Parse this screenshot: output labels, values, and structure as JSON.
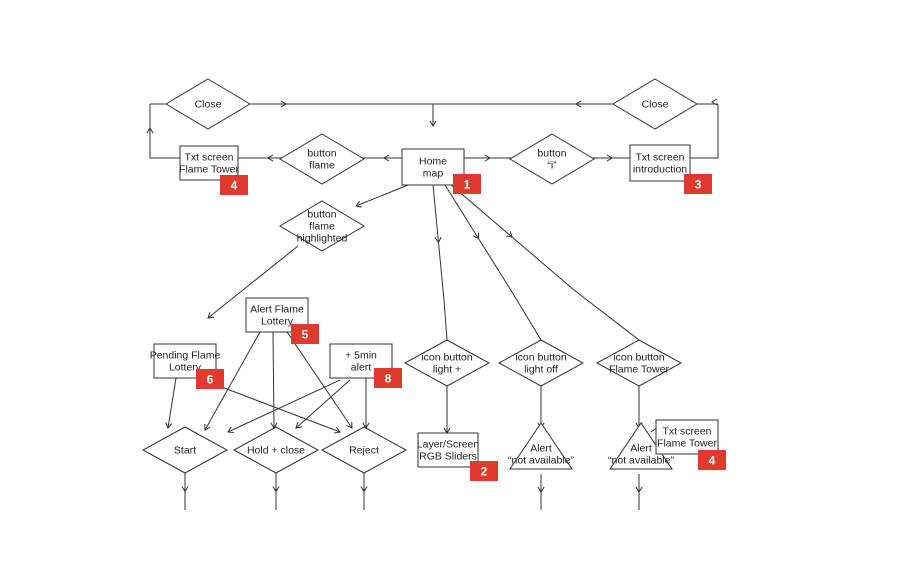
{
  "nodes": {
    "close_left": [
      "Close"
    ],
    "close_right": [
      "Close"
    ],
    "home": [
      "Home",
      "map"
    ],
    "txt_flame_tower_top": [
      "Txt screen",
      "Flame Tower"
    ],
    "button_flame": [
      "button",
      "flame"
    ],
    "button_i": [
      "button",
      "“i”"
    ],
    "txt_intro": [
      "Txt screen",
      "introduction"
    ],
    "button_flame_highlighted": [
      "button",
      "flame",
      "highlighted"
    ],
    "alert_flame_lottery": [
      "Alert Flame",
      "Lottery"
    ],
    "pending_flame_lottery": [
      "Pending Flame",
      "Lottery"
    ],
    "five_min_alert": [
      "+ 5min",
      "alert"
    ],
    "icon_light_plus": [
      "icon button",
      "light +"
    ],
    "icon_light_off": [
      "icon button",
      "light off"
    ],
    "icon_flame_tower": [
      "icon button",
      "Flame Tower"
    ],
    "start": [
      "Start"
    ],
    "hold_close": [
      "Hold + close"
    ],
    "reject": [
      "Reject"
    ],
    "layer_screen": [
      "Layer/Screen",
      "RGB Sliders"
    ],
    "alert_na_1": [
      "Alert",
      "“not available”"
    ],
    "alert_na_2": [
      "Alert",
      "“not available”"
    ],
    "txt_flame_tower_bottom": [
      "Txt screen",
      "Flame Tower"
    ]
  },
  "badges": {
    "home": "1",
    "txt_flame_tower_top": "4",
    "txt_intro": "3",
    "alert_flame_lottery": "5",
    "pending_flame_lottery": "6",
    "five_min_alert": "8",
    "layer_screen": "2",
    "txt_flame_tower_bottom": "4"
  },
  "colors": {
    "badge": "#e03a2f",
    "stroke": "#333333"
  }
}
